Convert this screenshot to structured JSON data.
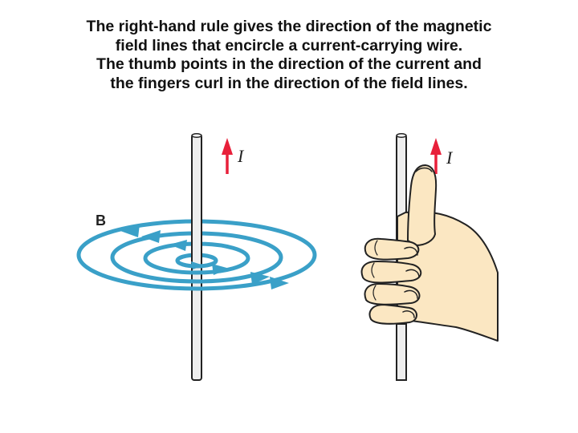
{
  "caption": {
    "lines": [
      "The right-hand rule gives the direction of the magnetic",
      "field lines that encircle a current-carrying wire.",
      "The thumb points in the direction of the current and",
      "the fingers curl in the direction of the field lines."
    ]
  },
  "left_figure": {
    "current_label": "I",
    "field_label": "B"
  },
  "right_figure": {
    "current_label": "I"
  },
  "colors": {
    "field_lines": "#3aa0c8",
    "current_arrow": "#e8203a",
    "wire": "#eeeeee",
    "skin": "#fbe7c2",
    "outline": "#222222"
  }
}
